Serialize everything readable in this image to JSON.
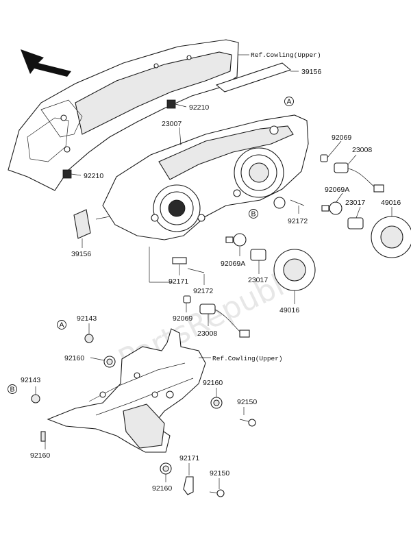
{
  "watermark": "PartsRepublik",
  "callout_markers": {
    "a": "A",
    "b": "B"
  },
  "reference_labels": {
    "cowling_top": "Ref.Cowling(Upper)",
    "cowling_mid": "Ref.Cowling(Upper)"
  },
  "part_labels": {
    "p39156_top": "39156",
    "p92210_top": "92210",
    "p92210_left": "92210",
    "p23007": "23007",
    "p92069_right": "92069",
    "p23008_right": "23008",
    "p92069A_right": "92069A",
    "p23017_right": "23017",
    "p49016_right": "49016",
    "p92172_right": "92172",
    "p39156_left": "39156",
    "p92069A_center": "92069A",
    "p23017_center": "23017",
    "p92171_center": "92171",
    "p92172_center": "92172",
    "p49016_center": "49016",
    "p92069_center": "92069",
    "p23008_center": "23008",
    "p92143_top": "92143",
    "p92160_top": "92160",
    "p92143_left": "92143",
    "p92160_right": "92160",
    "p92150_right": "92150",
    "p92160_left": "92160",
    "p92171_bottom": "92171",
    "p92150_bottom": "92150",
    "p92160_bottom": "92160"
  }
}
